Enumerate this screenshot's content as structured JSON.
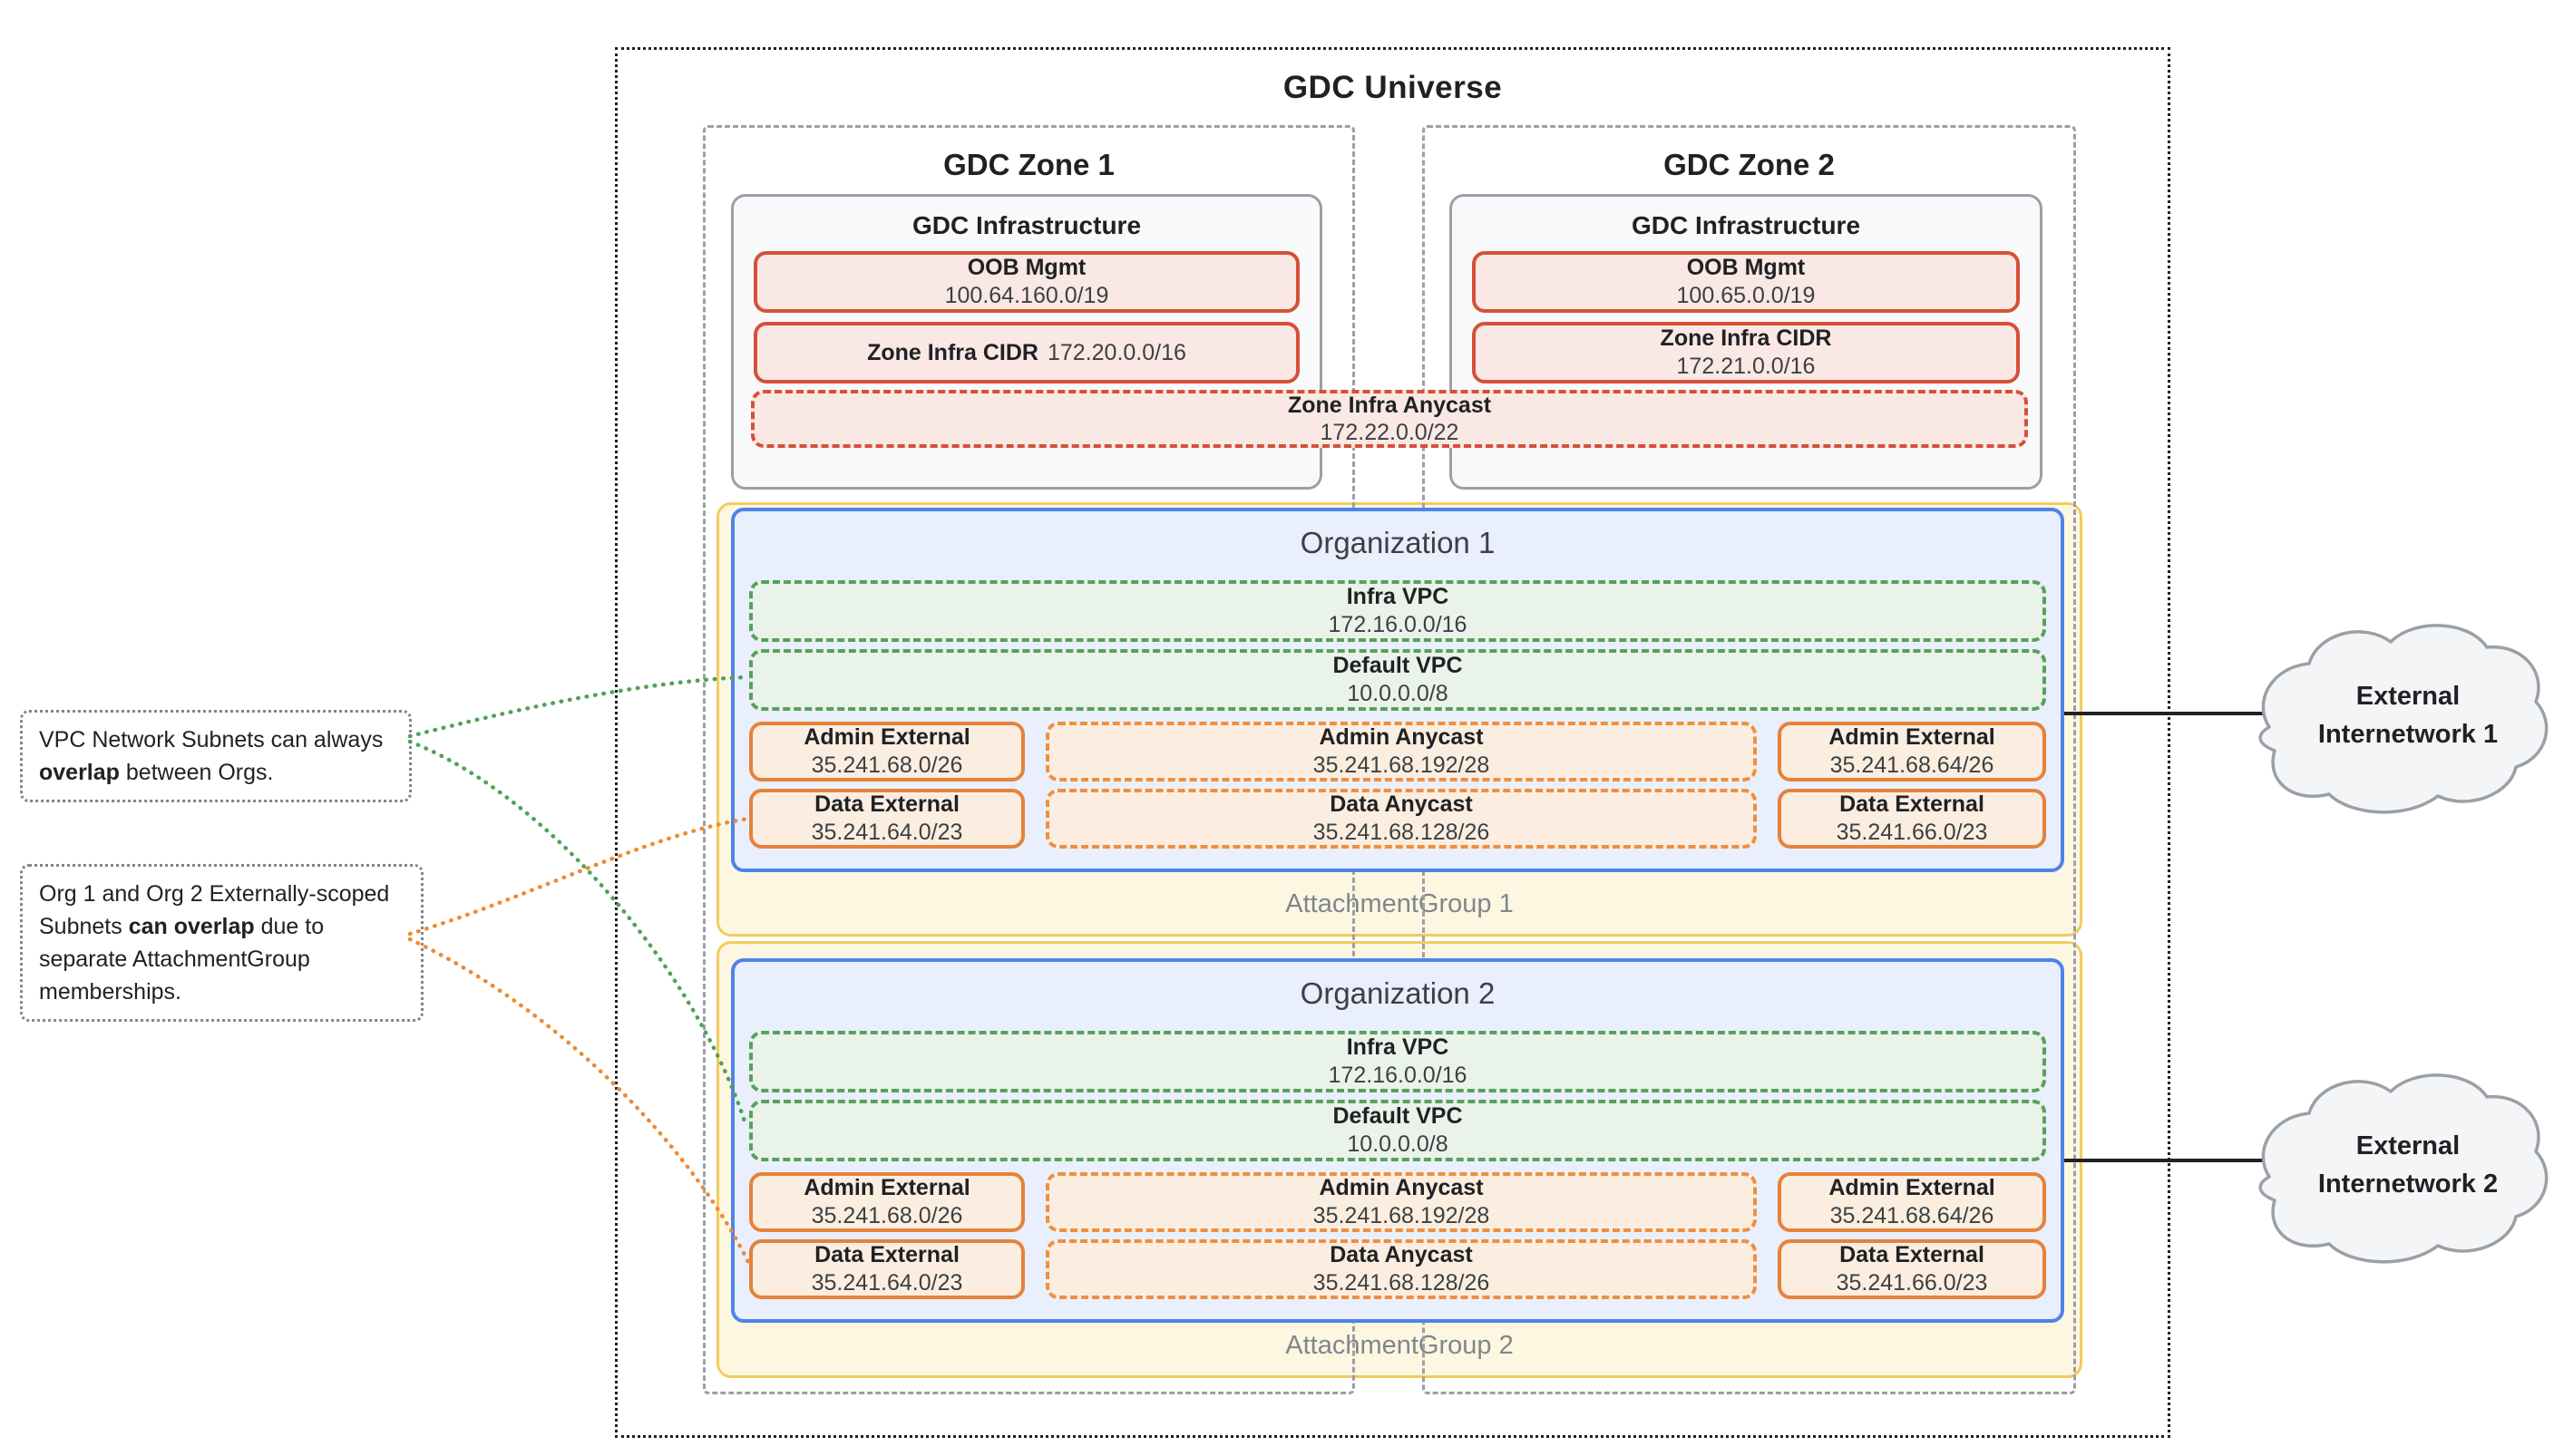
{
  "universe": {
    "title": "GDC Universe"
  },
  "zones": [
    {
      "title": "GDC Zone 1",
      "infrastructure": {
        "title": "GDC Infrastructure",
        "oob": {
          "label": "OOB Mgmt",
          "cidr": "100.64.160.0/19"
        },
        "infra_cidr": {
          "label": "Zone Infra CIDR",
          "cidr": "172.20.0.0/16"
        }
      }
    },
    {
      "title": "GDC Zone 2",
      "infrastructure": {
        "title": "GDC Infrastructure",
        "oob": {
          "label": "OOB Mgmt",
          "cidr": "100.65.0.0/19"
        },
        "infra_cidr": {
          "label": "Zone Infra CIDR",
          "cidr": "172.21.0.0/16"
        }
      }
    }
  ],
  "zone_infra_anycast": {
    "label": "Zone Infra Anycast",
    "cidr": "172.22.0.0/22"
  },
  "attachment_groups": [
    {
      "label": "AttachmentGroup 1",
      "organization": {
        "title": "Organization 1",
        "vpcs": [
          {
            "label": "Infra VPC",
            "cidr": "172.16.0.0/16"
          },
          {
            "label": "Default VPC",
            "cidr": "10.0.0.0/8"
          }
        ],
        "admin_subnets": [
          {
            "label": "Admin External",
            "cidr": "35.241.68.0/26"
          },
          {
            "label": "Admin Anycast",
            "cidr": "35.241.68.192/28"
          },
          {
            "label": "Admin External",
            "cidr": "35.241.68.64/26"
          }
        ],
        "data_subnets": [
          {
            "label": "Data External",
            "cidr": "35.241.64.0/23"
          },
          {
            "label": "Data Anycast",
            "cidr": "35.241.68.128/26"
          },
          {
            "label": "Data External",
            "cidr": "35.241.66.0/23"
          }
        ]
      }
    },
    {
      "label": "AttachmentGroup 2",
      "organization": {
        "title": "Organization 2",
        "vpcs": [
          {
            "label": "Infra VPC",
            "cidr": "172.16.0.0/16"
          },
          {
            "label": "Default VPC",
            "cidr": "10.0.0.0/8"
          }
        ],
        "admin_subnets": [
          {
            "label": "Admin External",
            "cidr": "35.241.68.0/26"
          },
          {
            "label": "Admin Anycast",
            "cidr": "35.241.68.192/28"
          },
          {
            "label": "Admin External",
            "cidr": "35.241.68.64/26"
          }
        ],
        "data_subnets": [
          {
            "label": "Data External",
            "cidr": "35.241.64.0/23"
          },
          {
            "label": "Data Anycast",
            "cidr": "35.241.68.128/26"
          },
          {
            "label": "Data External",
            "cidr": "35.241.66.0/23"
          }
        ]
      }
    }
  ],
  "annotations": [
    {
      "pre": "VPC Network Subnets can always ",
      "bold": "overlap",
      "post": " between Orgs."
    },
    {
      "pre": "Org 1 and Org 2 Externally-scoped Subnets ",
      "bold": "can overlap",
      "post": " due to separate AttachmentGroup memberships."
    }
  ],
  "clouds": [
    {
      "line1": "External",
      "line2": "Internetwork 1"
    },
    {
      "line1": "External",
      "line2": "Internetwork 2"
    }
  ],
  "colors": {
    "red_border": "#D55037",
    "red_fill": "#F9E8E4",
    "green_border": "#58A05C",
    "green_fill": "#E9F3EA",
    "orange_border": "#E5823B",
    "orange_fill": "#FBEEE0",
    "blue_border": "#4E83EA",
    "blue_fill": "#E9EFFC",
    "yellow_border": "#F2CC5D",
    "yellow_fill": "#FDF7E2",
    "gray_border": "#9AA0A6",
    "gray_fill": "#F8F9FA",
    "annotation_green_line": "#4FA256",
    "annotation_orange_line": "#EE8A33"
  }
}
